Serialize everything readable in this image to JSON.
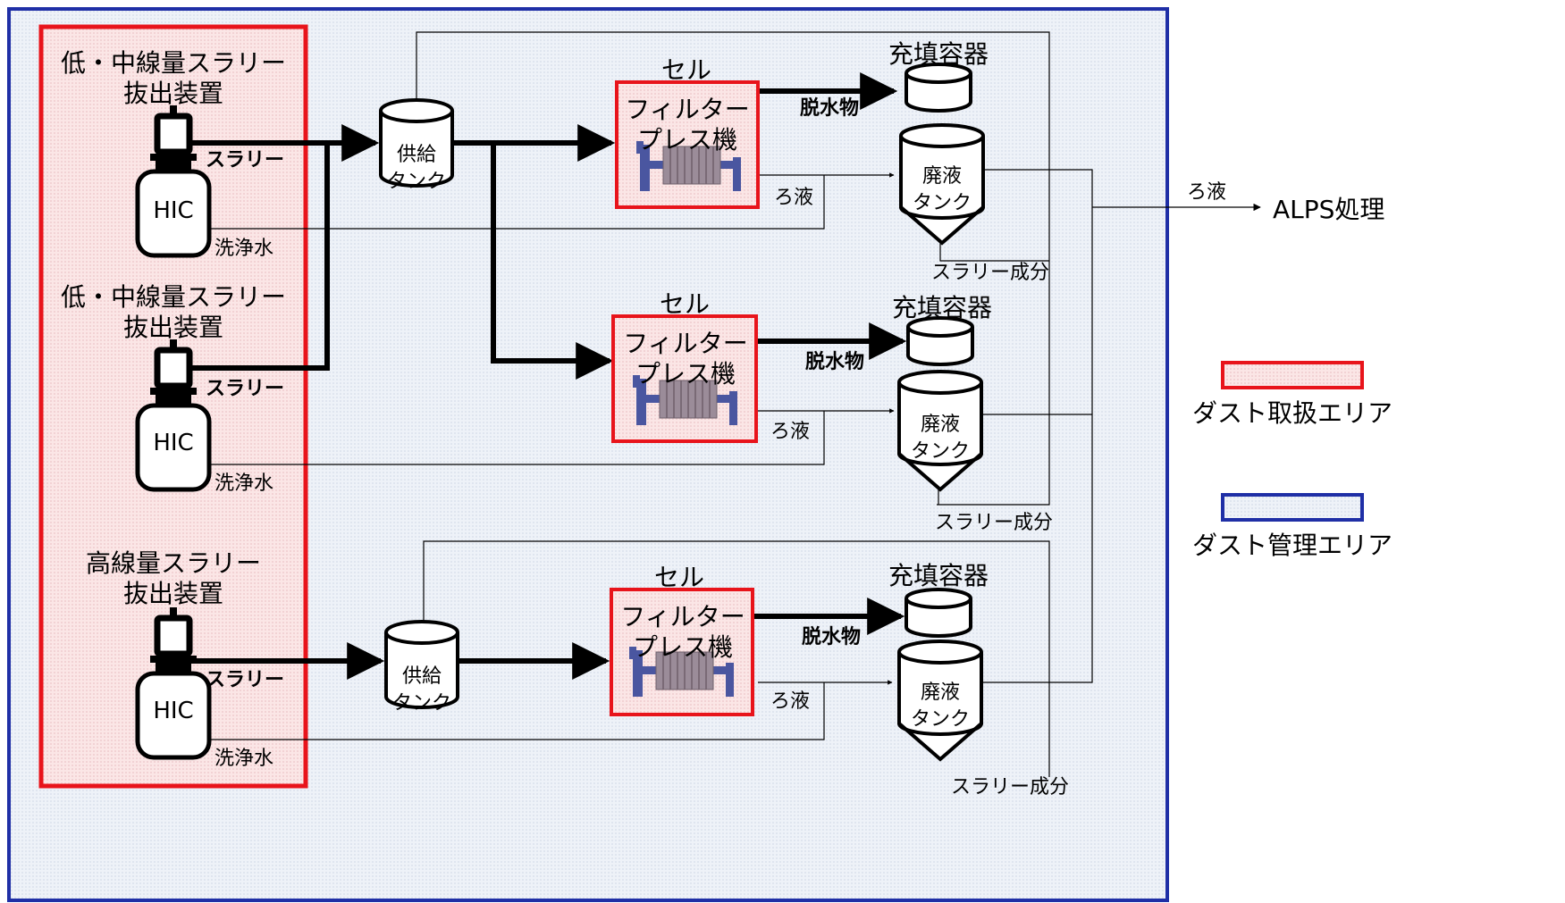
{
  "extraction_units": [
    {
      "title_line1": "低・中線量スラリー",
      "title_line2": "抜出装置",
      "hic": "HIC",
      "slurry": "スラリー",
      "wash": "洗浄水"
    },
    {
      "title_line1": "低・中線量スラリー",
      "title_line2": "抜出装置",
      "hic": "HIC",
      "slurry": "スラリー",
      "wash": "洗浄水"
    },
    {
      "title_line1": "高線量スラリー",
      "title_line2": "抜出装置",
      "hic": "HIC",
      "slurry": "スラリー",
      "wash": "洗浄水"
    }
  ],
  "supply_tanks": [
    {
      "line1": "供給",
      "line2": "タンク"
    },
    {
      "line1": "供給",
      "line2": "タンク"
    }
  ],
  "filter_presses": [
    {
      "cell": "セル",
      "line1": "フィルター",
      "line2": "プレス機",
      "dewatered": "脱水物",
      "filtrate": "ろ液",
      "container": "充填容器",
      "waste_line1": "廃液",
      "waste_line2": "タンク",
      "slurry_component": "スラリー成分"
    },
    {
      "cell": "セル",
      "line1": "フィルター",
      "line2": "プレス機",
      "dewatered": "脱水物",
      "filtrate": "ろ液",
      "container": "充填容器",
      "waste_line1": "廃液",
      "waste_line2": "タンク",
      "slurry_component": "スラリー成分"
    },
    {
      "cell": "セル",
      "line1": "フィルター",
      "line2": "プレス機",
      "dewatered": "脱水物",
      "filtrate": "ろ液",
      "container": "充填容器",
      "waste_line1": "廃液",
      "waste_line2": "タンク",
      "slurry_component": "スラリー成分"
    }
  ],
  "output": {
    "filtrate": "ろ液",
    "destination": "ALPS処理"
  },
  "legend": [
    {
      "label": "ダスト取扱エリア",
      "color": "#e8141b"
    },
    {
      "label": "ダスト管理エリア",
      "color": "#1f2fa6"
    }
  ],
  "colors": {
    "dust_handling": "#e8141b",
    "dust_control": "#1f2fa6",
    "press_body": "#4a56a0",
    "press_plates": "#9b8c99"
  }
}
